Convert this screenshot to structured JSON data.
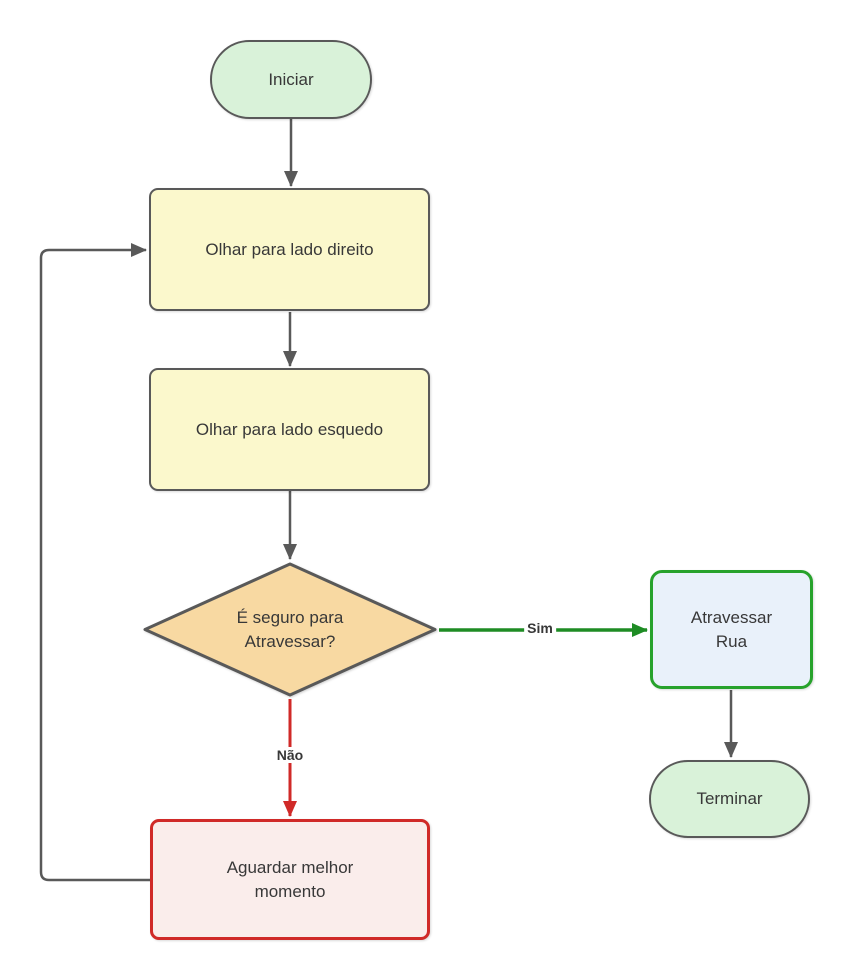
{
  "diagram": {
    "nodes": {
      "start": {
        "label": "Iniciar"
      },
      "look_right": {
        "label": "Olhar para lado direito"
      },
      "look_left": {
        "label": "Olhar para lado esquedo"
      },
      "decision": {
        "label": "É seguro para\nAtravessar?"
      },
      "cross": {
        "label": "Atravessar\nRua"
      },
      "finish": {
        "label": "Terminar"
      },
      "wait": {
        "label": "Aguardar melhor\nmomento"
      }
    },
    "edge_labels": {
      "yes": "Sim",
      "no": "Não"
    },
    "colors": {
      "stroke_gray": "#595959",
      "fill_green": "#d9f2d9",
      "fill_yellow": "#fbf8cc",
      "fill_orange": "#f8d9a2",
      "fill_blue": "#e9f1fa",
      "fill_pink": "#faedeb",
      "stroke_green": "#27a22b",
      "arrow_green": "#1e8c24",
      "stroke_red": "#d02a28",
      "text": "#383838",
      "background": "#ffffff"
    }
  }
}
